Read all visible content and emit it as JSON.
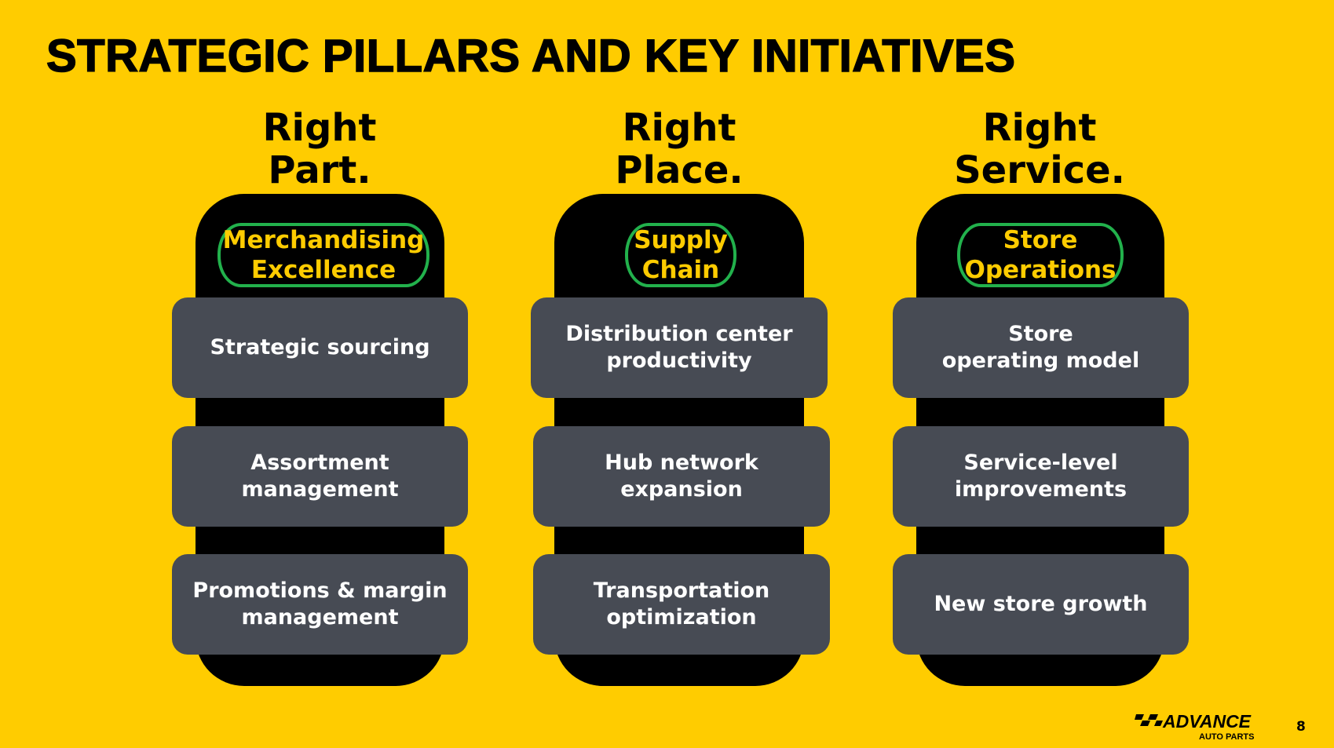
{
  "title": "STRATEGIC PILLARS AND KEY INITIATIVES",
  "pillars": [
    {
      "heading": "Right\nPart.",
      "label": "Merchandising\nExcellence",
      "initiatives": [
        "Strategic sourcing",
        "Assortment\nmanagement",
        "Promotions & margin\nmanagement"
      ]
    },
    {
      "heading": "Right\nPlace.",
      "label": "Supply\nChain",
      "initiatives": [
        "Distribution center\nproductivity",
        "Hub network\nexpansion",
        "Transportation\noptimization"
      ]
    },
    {
      "heading": "Right\nService.",
      "label": "Store\nOperations",
      "initiatives": [
        "Store\noperating model",
        "Service-level\nimprovements",
        "New store growth"
      ]
    }
  ],
  "logo": {
    "brand": "ADVANCE",
    "sub": "AUTO PARTS"
  },
  "page_number": "8",
  "colors": {
    "background": "#FFCC00",
    "card": "#474B54",
    "label_border": "#22B14C"
  }
}
